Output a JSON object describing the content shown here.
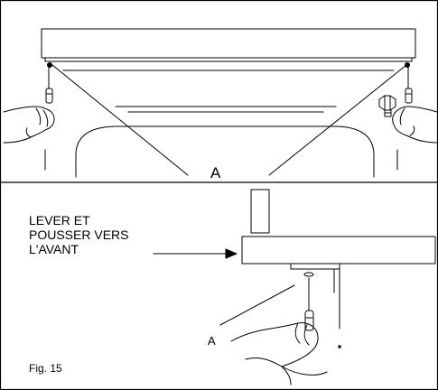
{
  "top_panel": {
    "callout_label": "A"
  },
  "bottom_panel": {
    "instruction_lines": [
      "LEVER ET",
      "POUSSER VERS",
      "L'AVANT"
    ],
    "callout_label": "A"
  },
  "figure_caption": "Fig. 15",
  "colors": {
    "line": "#000000",
    "background": "#ffffff"
  }
}
